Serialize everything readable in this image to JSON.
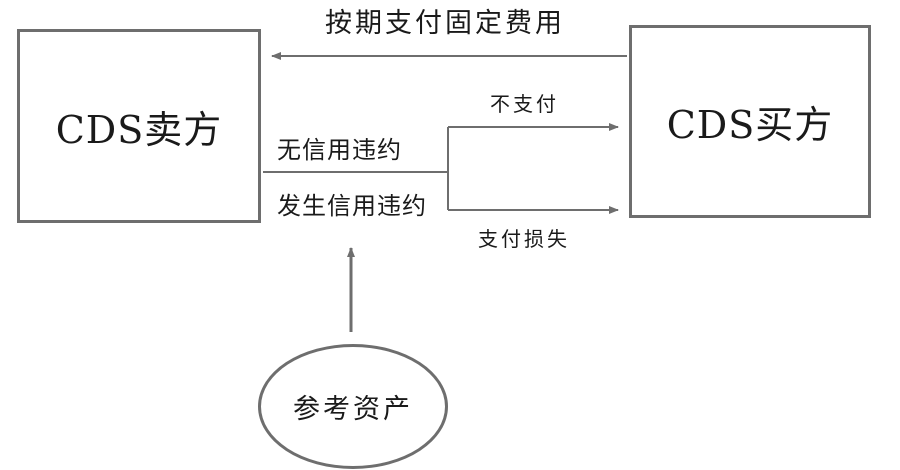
{
  "nodes": {
    "seller": "CDS卖方",
    "buyer": "CDS买方",
    "reference_asset": "参考资产"
  },
  "edges": {
    "fixed_fee": "按期支付固定费用",
    "no_default": "无信用违约",
    "default_occurs": "发生信用违约",
    "no_payment": "不支付",
    "pay_loss": "支付损失"
  },
  "colors": {
    "line": "#6e6e6e",
    "text": "#1a1a1a",
    "background": "#ffffff"
  }
}
